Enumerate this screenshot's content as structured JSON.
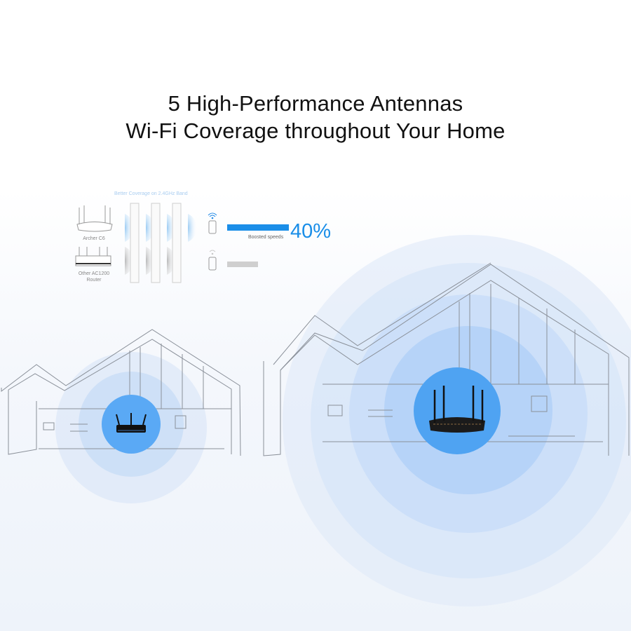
{
  "headline": {
    "line1": "5 High-Performance Antennas",
    "line2": "Wi-Fi Coverage throughout Your Home"
  },
  "comparison": {
    "caption": "Better Coverage on 2.4GHz Band",
    "routers": [
      {
        "label_line1": "Archer C6",
        "label_line2": ""
      },
      {
        "label_line1": "Other AC1200",
        "label_line2": "Router"
      }
    ],
    "boost_label": "Boosted speeds",
    "boost_value": "40%"
  },
  "colors": {
    "accent": "#1a8ee8",
    "coverage_core": "#5aa9f5",
    "gray_bar": "#cfcfcf"
  },
  "scenes": [
    {
      "name": "small-coverage-house",
      "router": "other-router"
    },
    {
      "name": "large-coverage-house",
      "router": "archer-c6"
    }
  ]
}
